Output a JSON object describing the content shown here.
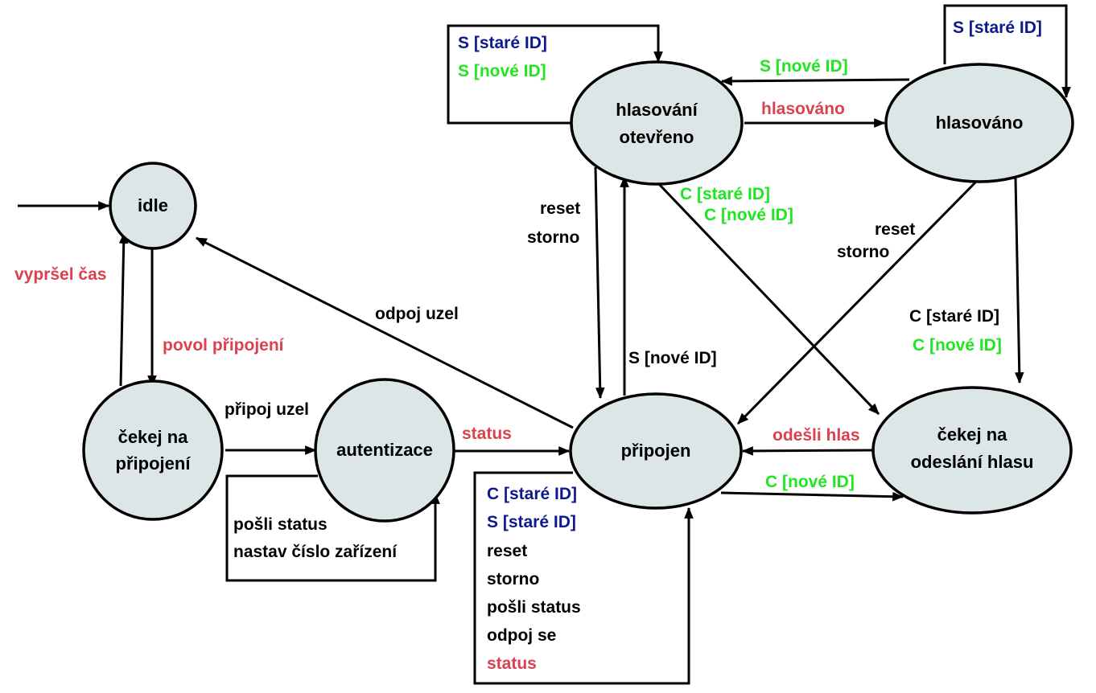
{
  "states": {
    "idle": "idle",
    "cekej_pripojeni_1": "čekej na",
    "cekej_pripojeni_2": "připojení",
    "autentizace": "autentizace",
    "pripojen": "připojen",
    "hlasovani_1": "hlasování",
    "hlasovani_2": "otevřeno",
    "hlasovano": "hlasováno",
    "cekej_odeslani_1": "čekej na",
    "cekej_odeslani_2": "odeslání hlasu"
  },
  "labels": {
    "vyprsel_cas": "vypršel čas",
    "povol_pripojeni": "povol připojení",
    "pripoj_uzel": "připoj uzel",
    "status_auth": "status",
    "odpoj_uzel": "odpoj uzel",
    "reset_left": "reset",
    "storno_left": "storno",
    "s_nove_up": "S [nové ID]",
    "c_stare_cross": "C [staré ID]",
    "c_nove_cross": "C [nové ID]",
    "s_nove_top": "S [nové ID]",
    "hlasovano_edge": "hlasováno",
    "reset_right": "reset",
    "storno_right": "storno",
    "c_stare_right": "C [staré ID]",
    "c_nove_right": "C [nové ID]",
    "odesli_hlas": "odešli hlas",
    "c_nove_bottom": "C [nové ID]"
  },
  "loops": {
    "hlasovani": [
      "S [staré ID]",
      "S [nové ID]"
    ],
    "hlasovano": [
      "S [staré ID]"
    ],
    "autentizace": [
      "pošli status",
      "nastav číslo zařízení"
    ],
    "pripojen": [
      "C [staré ID]",
      "S [staré ID]",
      "reset",
      "storno",
      "pošli status",
      "odpoj se",
      "status"
    ]
  },
  "colors": {
    "state_fill": "#dde6e6",
    "label_black": "#000000",
    "label_red": "#d9424e",
    "label_blue": "#0d1a8c",
    "label_green": "#1fe61f"
  }
}
